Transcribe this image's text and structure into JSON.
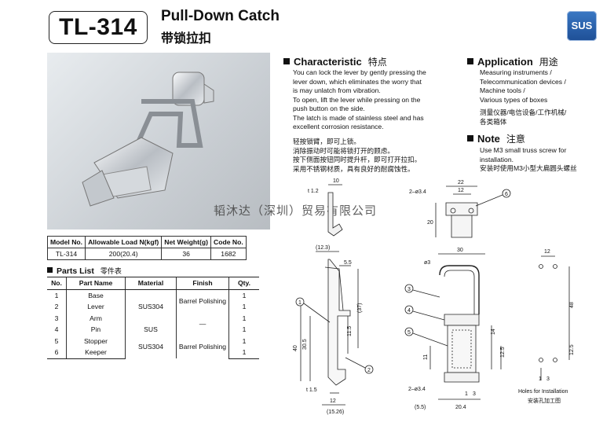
{
  "header": {
    "model": "TL-314",
    "title_en": "Pull-Down Catch",
    "title_zh": "带锁拉扣",
    "badge": "SUS"
  },
  "characteristic": {
    "heading": "Characteristic",
    "heading_zh": "特点",
    "lines_en": [
      "You can lock the lever by gently pressing the",
      "lever down, which eliminates the worry that",
      "is may unlatch from vibration.",
      "To open, lift the lever while pressing on the",
      "push button on the side.",
      "The latch is made of stainless steel and has",
      "excellent corrosion resistance."
    ],
    "lines_zh": [
      "轻按锁臂，即可上锁。",
      "消除振动时可能将锁打开的顾虑。",
      "按下侧面按钮同时提升杆，即可打开拉扣。",
      "采用不锈钢材质，具有良好的耐腐蚀性。"
    ]
  },
  "application": {
    "heading": "Application",
    "heading_zh": "用途",
    "lines_en": [
      "Measuring instruments /",
      "Telecommunication devices /",
      "Machine tools /",
      "Various types of boxes"
    ],
    "lines_zh": [
      "测量仪器/电信设备/工作机械/",
      "各类箱体"
    ]
  },
  "note": {
    "heading": "Note",
    "heading_zh": "注意",
    "lines_en": [
      "Use M3 small truss screw for",
      "installation."
    ],
    "line_zh": "安装时使用M3小型大扁圆头螺丝"
  },
  "watermark": "韬沐达（深圳）贸易有限公司",
  "spec_table": {
    "headers": [
      "Model No.",
      "Allowable Load N(kgf)",
      "Net Weight(g)",
      "Code No."
    ],
    "row": [
      "TL-314",
      "200(20.4)",
      "36",
      "1682"
    ]
  },
  "parts_list": {
    "heading": "Parts List",
    "heading_zh": "零件表",
    "headers": [
      "No.",
      "Part Name",
      "Material",
      "Finish",
      "Qty."
    ],
    "rows": [
      {
        "no": "1",
        "name": "Base",
        "qty": "1"
      },
      {
        "no": "2",
        "name": "Lever",
        "qty": "1"
      },
      {
        "no": "3",
        "name": "Arm",
        "qty": "1"
      },
      {
        "no": "4",
        "name": "Pin",
        "qty": "1"
      },
      {
        "no": "5",
        "name": "Stopper",
        "qty": "1"
      },
      {
        "no": "6",
        "name": "Keeper",
        "qty": "1"
      }
    ],
    "materials": [
      "SUS304",
      "SUS",
      "SUS304"
    ],
    "finishes": [
      "Barrel Polishing",
      "—",
      "Barrel Polishing"
    ]
  },
  "dims": {
    "side_top": [
      "10",
      "t 1.2"
    ],
    "keeper": [
      "22",
      "12",
      "2–ø3.4",
      "20"
    ],
    "side": [
      "(12.3)",
      "5.5",
      "(37)",
      "11.5",
      "40",
      "30.5",
      "t 1.5",
      "12",
      "(15.26)"
    ],
    "front": [
      "30",
      "ø3",
      "14",
      "12.5",
      "11",
      "2–ø3.4",
      "1",
      "3",
      "(5.5)",
      "20.4"
    ],
    "holes": [
      "12",
      "48",
      "12.5",
      "1",
      "3"
    ],
    "holes_caption": "Holes for Installation",
    "holes_caption_zh": "安装孔加工图",
    "callouts": [
      "1",
      "2",
      "3",
      "4",
      "5",
      "6"
    ]
  }
}
